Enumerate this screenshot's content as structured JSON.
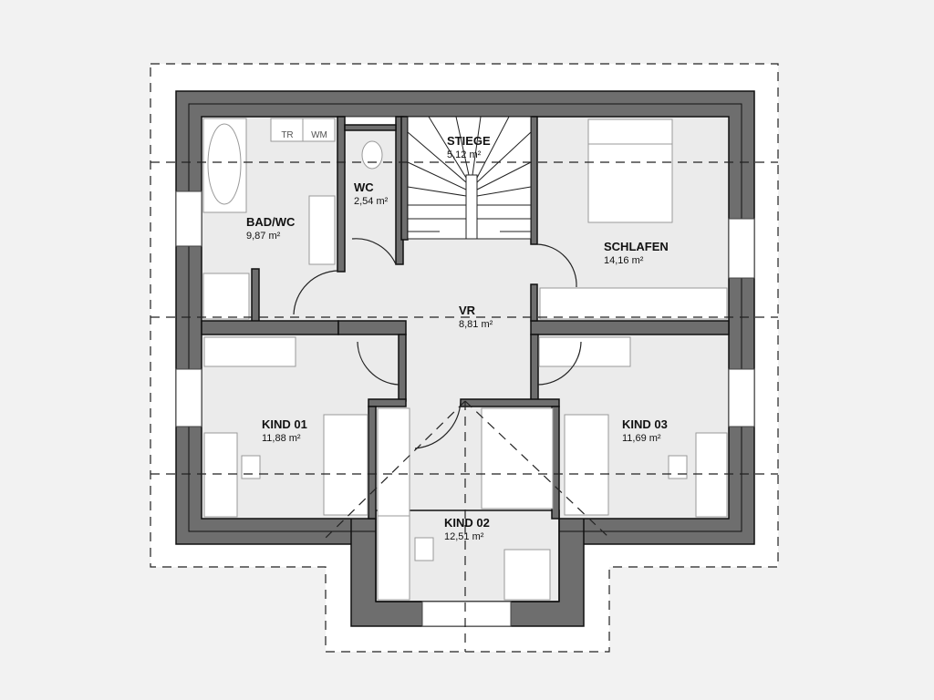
{
  "plan": {
    "rooms": [
      {
        "name": "BAD/WC",
        "area": "9,87 m²"
      },
      {
        "name": "WC",
        "area": "2,54 m²"
      },
      {
        "name": "STIEGE",
        "area": "5,12 m²"
      },
      {
        "name": "SCHLAFEN",
        "area": "14,16 m²"
      },
      {
        "name": "VR",
        "area": "8,81 m²"
      },
      {
        "name": "KIND 01",
        "area": "11,88 m²"
      },
      {
        "name": "KIND 02",
        "area": "12,51 m²"
      },
      {
        "name": "KIND 03",
        "area": "11,69 m²"
      }
    ],
    "fixtures": {
      "dryer": "TR",
      "washer": "WM"
    },
    "colors": {
      "wall": "#6e6e6e",
      "floor": "#ebebeb",
      "background": "#f2f2f2"
    }
  }
}
